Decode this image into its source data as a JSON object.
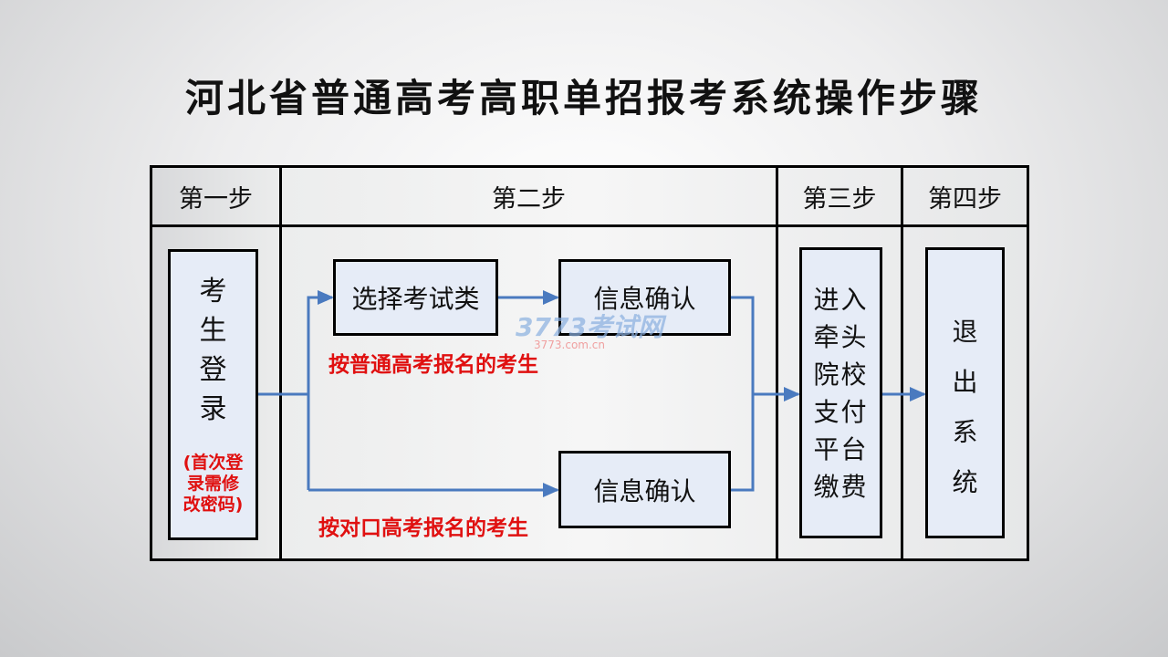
{
  "title": "河北省普通高考高职单招报考系统操作步骤",
  "headers": [
    "第一步",
    "第二步",
    "第三步",
    "第四步"
  ],
  "step1": {
    "chars": [
      "考",
      "生",
      "登",
      "录"
    ],
    "note_lines": [
      "(首次登",
      "录需修",
      "改密码)"
    ]
  },
  "step2": {
    "select": "选择考试类",
    "confirm_top": "信息确认",
    "confirm_bottom": "信息确认",
    "label_top": "按普通高考报名的考生",
    "label_bottom": "按对口高考报名的考生"
  },
  "step3": {
    "lines": [
      "进入",
      "牵头",
      "院校",
      "支付",
      "平台",
      "缴费"
    ]
  },
  "step4": {
    "chars": [
      "退",
      "出",
      "系",
      "统"
    ]
  },
  "watermark": {
    "logo": "3773考试网",
    "url": "3773.com.cn"
  },
  "colors": {
    "arrow": "#4a7abf",
    "note": "#e01010",
    "box": "#e6ecf7"
  }
}
